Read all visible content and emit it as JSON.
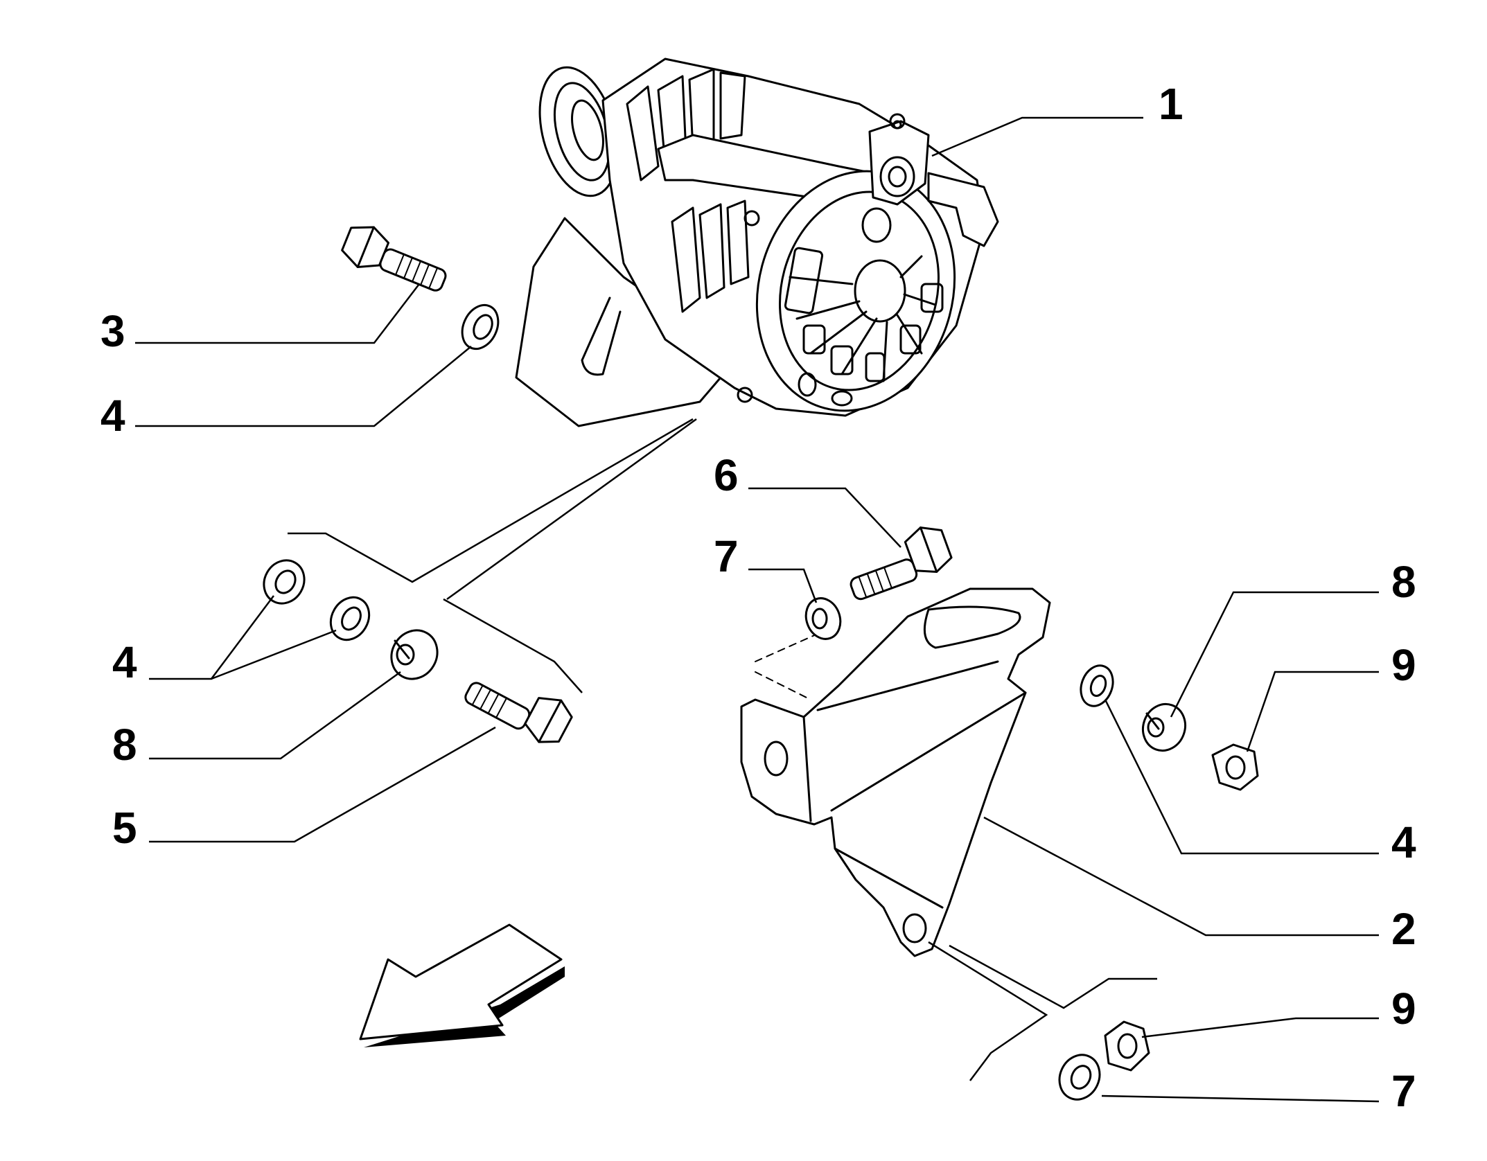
{
  "callouts": [
    {
      "id": "c1",
      "label": "1"
    },
    {
      "id": "c2",
      "label": "2"
    },
    {
      "id": "c3",
      "label": "3"
    },
    {
      "id": "c4a",
      "label": "4"
    },
    {
      "id": "c4b",
      "label": "4"
    },
    {
      "id": "c4c",
      "label": "4"
    },
    {
      "id": "c5",
      "label": "5"
    },
    {
      "id": "c6",
      "label": "6"
    },
    {
      "id": "c7a",
      "label": "7"
    },
    {
      "id": "c7b",
      "label": "7"
    },
    {
      "id": "c8a",
      "label": "8"
    },
    {
      "id": "c8b",
      "label": "8"
    },
    {
      "id": "c9a",
      "label": "9"
    },
    {
      "id": "c9b",
      "label": "9"
    }
  ],
  "parts": {
    "alternator": "alternator-icon",
    "bracket": "bracket-icon",
    "bolt": "bolt-icon",
    "washer": "washer-icon",
    "spring_washer": "spring-washer-icon",
    "nut": "nut-icon",
    "direction_arrow": "arrow-icon"
  }
}
